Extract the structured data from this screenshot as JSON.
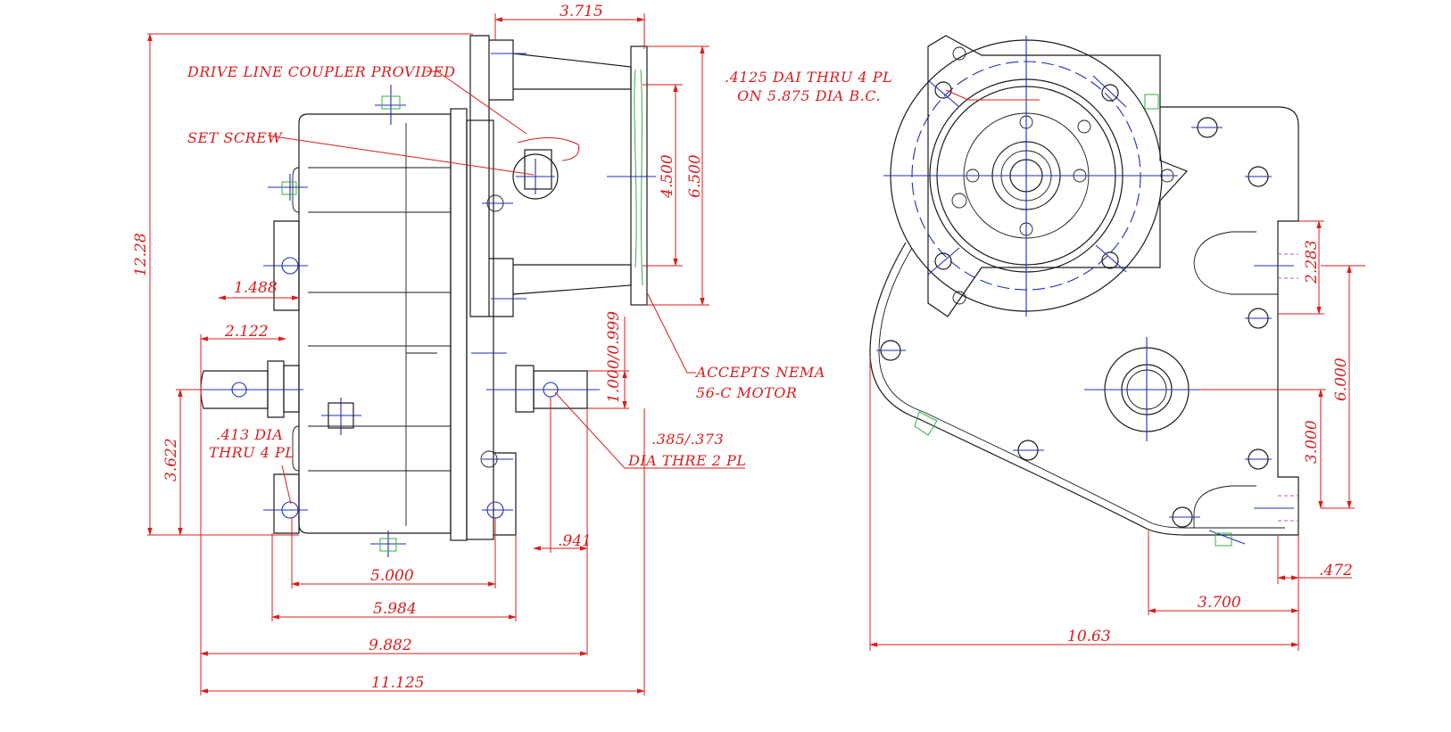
{
  "drawing": {
    "colors": {
      "geometry": "#1a1a1a",
      "dimension": "#d81e1e",
      "centerline": "#1f2fb8",
      "motor_outline": "#2fb04a",
      "hidden": "#c04cc0"
    },
    "side_view": {
      "dims": {
        "top_3715": "3.715",
        "height_1228": "12.28",
        "d_1488": "1.488",
        "d_2122": "2.122",
        "d_3622": "3.622",
        "d_4500": "4.500",
        "d_6500": "6.500",
        "d_1000": "1.000/0.999",
        "d_941": ".941",
        "d_5000": "5.000",
        "d_5984": "5.984",
        "d_9882": "9.882",
        "d_11125": "11.125"
      },
      "notes": {
        "drive_line": "DRIVE LINE COUPLER PROVIDED",
        "set_screw": "SET SCREW",
        "hole_413_l1": ".413 DIA",
        "hole_413_l2": "THRU 4 PL",
        "nema_l1": "ACCEPTS NEMA",
        "nema_l2": "56-C MOTOR",
        "hole_385_l1": ".385/.373",
        "hole_385_l2": "DIA THRE 2 PL"
      }
    },
    "front_view": {
      "dims": {
        "d_2283": "2.283",
        "d_6000": "6.000",
        "d_3000": "3.000",
        "d_472": ".472",
        "d_3700": "3.700",
        "d_1063": "10.63"
      },
      "notes": {
        "flange_l1": ".4125 DAI THRU 4 PL",
        "flange_l2": "ON 5.875 DIA B.C."
      }
    }
  }
}
